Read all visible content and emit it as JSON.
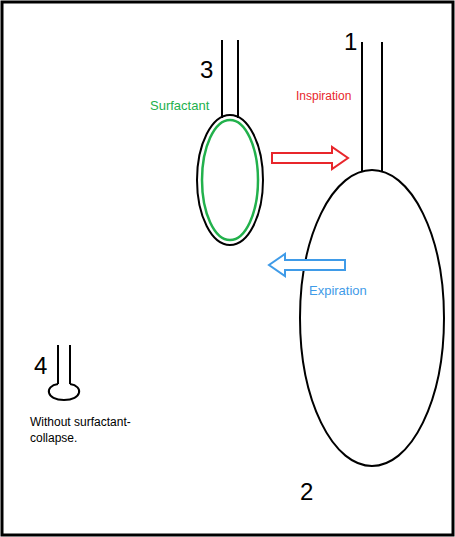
{
  "diagram": {
    "labels": [
      "3",
      "1",
      "Surfactant",
      "Inspiration",
      "Expiration",
      "4",
      "2",
      "Without surfactant- collapse."
    ]
  }
}
